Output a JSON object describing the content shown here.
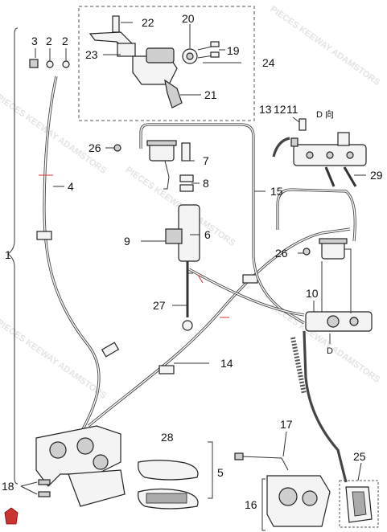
{
  "callouts": {
    "c1": "1",
    "c2a": "2",
    "c2b": "2",
    "c3": "3",
    "c4": "4",
    "c5": "5",
    "c6": "6",
    "c7": "7",
    "c8": "8",
    "c9": "9",
    "c10": "10",
    "c11": "11",
    "c12": "12",
    "c13": "13",
    "c14": "14",
    "c15": "15",
    "c16": "16",
    "c17": "17",
    "c18": "18",
    "c19": "19",
    "c20": "20",
    "c21": "21",
    "c22": "22",
    "c23": "23",
    "c24": "24",
    "c25": "25",
    "c26a": "26",
    "c26b": "26",
    "c27": "27",
    "c28": "28",
    "c29": "29"
  },
  "view_labels": {
    "d_view_top": "D 向",
    "d_marker": "D"
  },
  "watermark": "PIECES KEEWAY ADAMSTORS"
}
